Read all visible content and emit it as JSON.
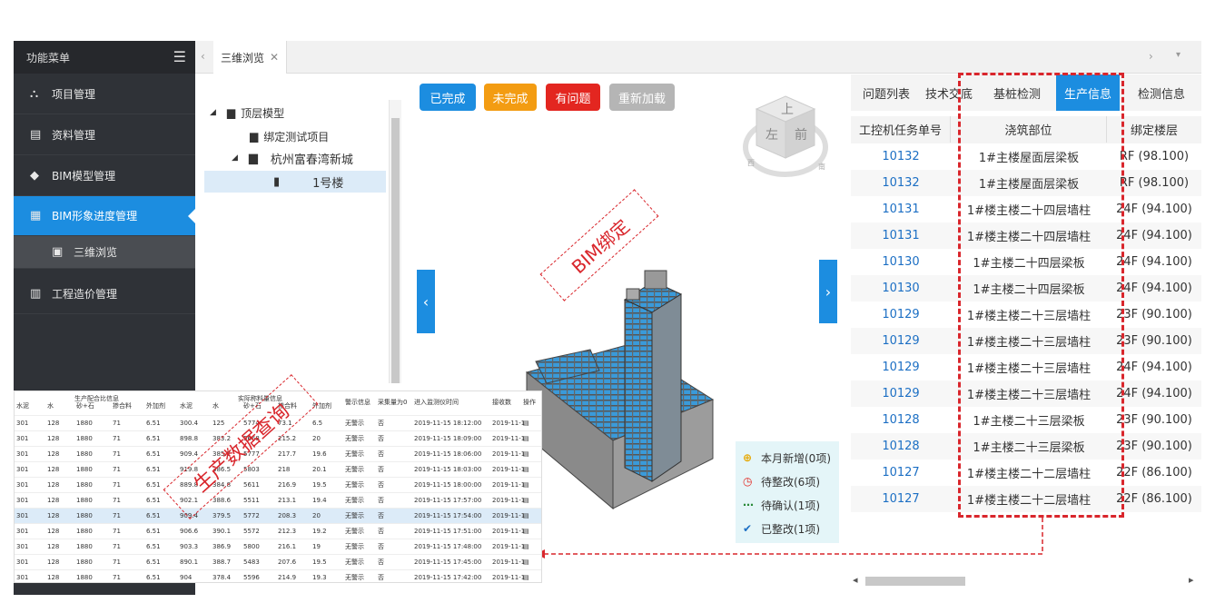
{
  "sidebar": {
    "title": "功能菜单",
    "items": [
      {
        "label": "项目管理",
        "icon": "sitemap-icon"
      },
      {
        "label": "资料管理",
        "icon": "clipboard-icon"
      },
      {
        "label": "BIM模型管理",
        "icon": "cube-icon"
      },
      {
        "label": "BIM形象进度管理",
        "icon": "building-icon"
      },
      {
        "label": "三维浏览",
        "icon": "list-icon"
      },
      {
        "label": "工程造价管理",
        "icon": "calculator-icon"
      }
    ]
  },
  "tabbar": {
    "tab_label": "三维浏览"
  },
  "tree": {
    "nodes": [
      "顶层模型",
      "绑定测试项目",
      "杭州富春湾新城",
      "1号楼"
    ]
  },
  "toolbar": {
    "completed": "已完成",
    "incomplete": "未完成",
    "problem": "有问题",
    "reload": "重新加载"
  },
  "viewcube": {
    "top": "上",
    "left": "左",
    "front": "前",
    "west": "西",
    "south": "南"
  },
  "annotations": {
    "bim_binding": "BIM绑定",
    "production_data": "生产数据查询"
  },
  "legend": {
    "new_month": "本月新增(0项)",
    "to_fix": "待整改(6项)",
    "to_confirm": "待确认(1项)",
    "fixed": "已整改(1项)"
  },
  "right_tabs": [
    "问题列表",
    "技术交底",
    "基桩检测",
    "生产信息",
    "检测信息"
  ],
  "grid": {
    "headers": [
      "工控机任务单号",
      "浇筑部位",
      "绑定楼层"
    ],
    "rows": [
      [
        "10132",
        "1#主楼屋面层梁板",
        "RF (98.100)"
      ],
      [
        "10132",
        "1#主楼屋面层梁板",
        "RF (98.100)"
      ],
      [
        "10131",
        "1#楼主楼二十四层墙柱",
        "24F (94.100)"
      ],
      [
        "10131",
        "1#楼主楼二十四层墙柱",
        "24F (94.100)"
      ],
      [
        "10130",
        "1#主楼二十四层梁板",
        "24F (94.100)"
      ],
      [
        "10130",
        "1#主楼二十四层梁板",
        "24F (94.100)"
      ],
      [
        "10129",
        "1#楼主楼二十三层墙柱",
        "23F (90.100)"
      ],
      [
        "10129",
        "1#楼主楼二十三层墙柱",
        "23F (90.100)"
      ],
      [
        "10129",
        "1#楼主楼二十三层墙柱",
        "24F (94.100)"
      ],
      [
        "10129",
        "1#楼主楼二十三层墙柱",
        "24F (94.100)"
      ],
      [
        "10128",
        "1#主楼二十三层梁板",
        "23F (90.100)"
      ],
      [
        "10128",
        "1#主楼二十三层梁板",
        "23F (90.100)"
      ],
      [
        "10127",
        "1#楼主楼二十二层墙柱",
        "22F (86.100)"
      ],
      [
        "10127",
        "1#楼主楼二十二层墙柱",
        "22F (86.100)"
      ]
    ]
  },
  "prod_table": {
    "group1": "生产配合比信息",
    "group2": "实际称料量信息",
    "headers": [
      "水泥",
      "水",
      "砂+石",
      "掺合料",
      "外加剂",
      "水泥",
      "水",
      "砂+石",
      "掺合料",
      "外加剂",
      "警示信息",
      "采集量为0",
      "进入监测仪时间",
      "接收数",
      "操作"
    ],
    "rows": [
      [
        "301",
        "128",
        "1880",
        "71",
        "6.51",
        "300.4",
        "125",
        "5774",
        "73.1",
        "6.5",
        "无警示",
        "否",
        "2019-11-15 18:12:00",
        "2019-11-1"
      ],
      [
        "301",
        "128",
        "1880",
        "71",
        "6.51",
        "898.8",
        "383.2",
        "5668",
        "215.2",
        "20",
        "无警示",
        "否",
        "2019-11-15 18:09:00",
        "2019-11-1"
      ],
      [
        "301",
        "128",
        "1880",
        "71",
        "6.51",
        "909.4",
        "385.7",
        "5777",
        "217.7",
        "19.6",
        "无警示",
        "否",
        "2019-11-15 18:06:00",
        "2019-11-1"
      ],
      [
        "301",
        "128",
        "1880",
        "71",
        "6.51",
        "919.8",
        "386.5",
        "5803",
        "218",
        "20.1",
        "无警示",
        "否",
        "2019-11-15 18:03:00",
        "2019-11-1"
      ],
      [
        "301",
        "128",
        "1880",
        "71",
        "6.51",
        "889.8",
        "384.8",
        "5611",
        "216.9",
        "19.5",
        "无警示",
        "否",
        "2019-11-15 18:00:00",
        "2019-11-1"
      ],
      [
        "301",
        "128",
        "1880",
        "71",
        "6.51",
        "902.1",
        "388.6",
        "5511",
        "213.1",
        "19.4",
        "无警示",
        "否",
        "2019-11-15 17:57:00",
        "2019-11-1"
      ],
      [
        "301",
        "128",
        "1880",
        "71",
        "6.51",
        "909.4",
        "379.5",
        "5772",
        "208.3",
        "20",
        "无警示",
        "否",
        "2019-11-15 17:54:00",
        "2019-11-1"
      ],
      [
        "301",
        "128",
        "1880",
        "71",
        "6.51",
        "906.6",
        "390.1",
        "5572",
        "212.3",
        "19.2",
        "无警示",
        "否",
        "2019-11-15 17:51:00",
        "2019-11-1"
      ],
      [
        "301",
        "128",
        "1880",
        "71",
        "6.51",
        "903.3",
        "386.9",
        "5800",
        "216.1",
        "19",
        "无警示",
        "否",
        "2019-11-15 17:48:00",
        "2019-11-1"
      ],
      [
        "301",
        "128",
        "1880",
        "71",
        "6.51",
        "890.1",
        "388.7",
        "5483",
        "207.6",
        "19.5",
        "无警示",
        "否",
        "2019-11-15 17:45:00",
        "2019-11-1"
      ],
      [
        "301",
        "128",
        "1880",
        "71",
        "6.51",
        "904",
        "378.4",
        "5596",
        "214.9",
        "19.3",
        "无警示",
        "否",
        "2019-11-15 17:42:00",
        "2019-11-1"
      ]
    ]
  },
  "colors": {
    "accent": "#1c8de0",
    "green_btn": "#1c8de0",
    "orange_btn": "#f39c12",
    "red_btn": "#e32620",
    "gray_btn": "#b5b5b5",
    "annot_red": "#d9262c"
  }
}
